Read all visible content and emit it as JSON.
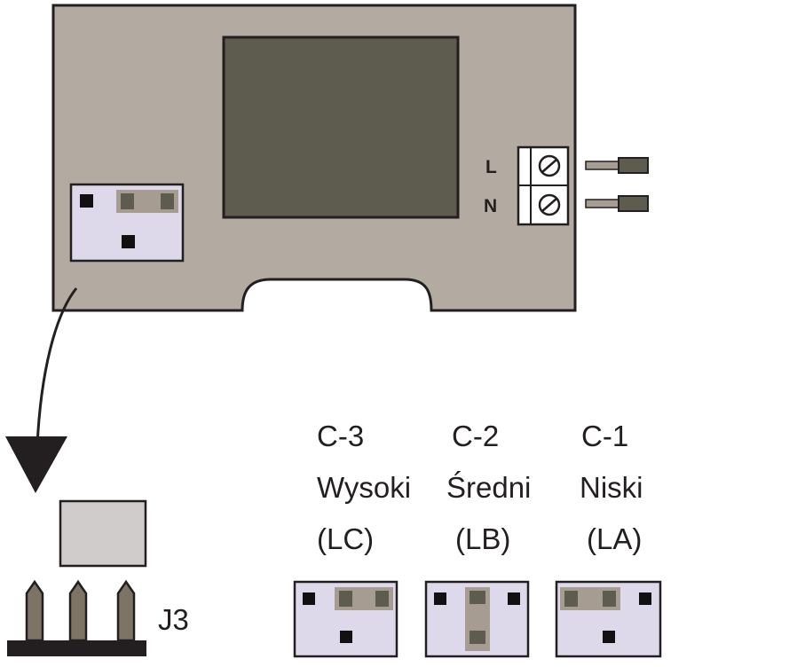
{
  "colors": {
    "board": "#b3aaa1",
    "display": "#5e5b4f",
    "outline": "#231f20",
    "jumper_block": "#ddd9ea",
    "pad": "#111111",
    "shunt_frame": "#a69c91",
    "shunt_pad": "#5e5b4f",
    "cap": "#d0cccb",
    "pin": "#7d7466"
  },
  "terminal": {
    "l_label": "L",
    "n_label": "N"
  },
  "j3": {
    "label": "J3",
    "pin_count": 3
  },
  "options": [
    {
      "code": "C-3",
      "name": "Wysoki",
      "paren": "(LC)",
      "jumper": "horizontal-right"
    },
    {
      "code": "C-2",
      "name": "Średni",
      "paren": "(LB)",
      "jumper": "vertical"
    },
    {
      "code": "C-1",
      "name": "Niski",
      "paren": "(LA)",
      "jumper": "horizontal-left"
    }
  ]
}
